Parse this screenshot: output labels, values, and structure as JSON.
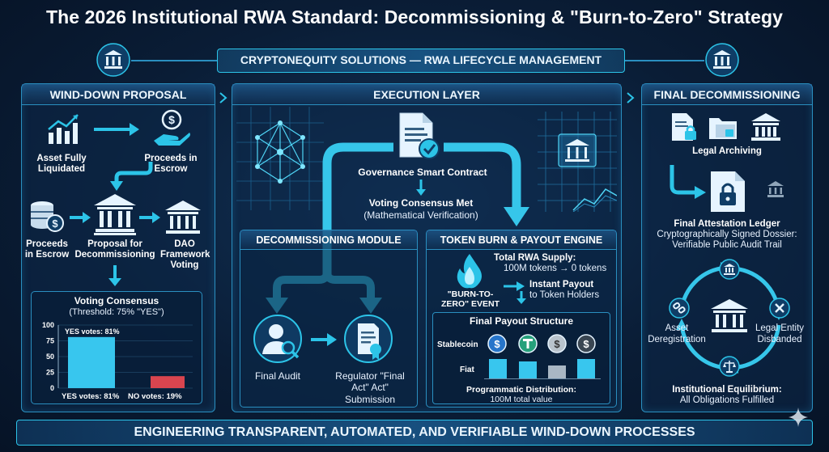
{
  "title": "The 2026 Institutional RWA Standard: Decommissioning & \"Burn-to-Zero\" Strategy",
  "subtitle": "CRYPTONEQUITY SOLUTIONS — RWA LIFECYCLE MANAGEMENT",
  "footer": "ENGINEERING TRANSPARENT, AUTOMATED, AND VERIFIABLE WIND-DOWN PROCESSES",
  "colors": {
    "accent": "#2cc4e8",
    "yes_bar": "#38c6ee",
    "no_bar": "#d9454f",
    "background": "#0a1d36"
  },
  "wind_down": {
    "header": "WIND-DOWN PROPOSAL",
    "asset_liquidated": "Asset Fully Liquidated",
    "proceeds_escrow_top": "Proceeds in Escrow",
    "proceeds_escrow_left": "Proceeds in Escrow",
    "proposal": "Proposal for Decommissioning",
    "dao_voting": "DAO Framework Voting",
    "voting_title": "Voting Consensus",
    "threshold": "(Threshold: 75% \"YES\")",
    "yes_bar_label": "YES votes: 81%",
    "yes_caption": "YES votes: 81%",
    "no_caption": "NO votes: 19%"
  },
  "execution": {
    "header": "EXECUTION LAYER",
    "contract": "Governance Smart Contract",
    "consensus": "Voting Consensus Met",
    "verification": "(Mathematical Verification)"
  },
  "module": {
    "header": "DECOMMISSIONING MODULE",
    "final_audit": "Final Audit",
    "regulator": "Regulator \"Final Act\" Act\" Submission"
  },
  "burn": {
    "header": "TOKEN BURN & PAYOUT ENGINE",
    "supply_title": "Total RWA Supply:",
    "supply_detail": "100M tokens → 0 tokens",
    "event": "\"BURN-TO-ZERO\" EVENT",
    "instant_payout": "Instant Payout",
    "to_holders": "to Token Holders",
    "payout_title": "Final Payout Structure",
    "row_stablecoin": "Stablecoin",
    "row_fiat": "Fiat",
    "distribution_title": "Programmatic Distribution:",
    "distribution_value": "100M total value"
  },
  "final": {
    "header": "FINAL DECOMMISSIONING",
    "legal_archiving": "Legal Archiving",
    "ledger_title": "Final Attestation Ledger",
    "ledger_line1": "Cryptographically Signed Dossier:",
    "ledger_line2": "Verifiable Public Audit Trail",
    "asset_dereg": "Asset Deregistration",
    "legal_entity": "Legal Entity Disbanded",
    "equilibrium_title": "Institutional Equilibrium:",
    "equilibrium_detail": "All Obligations Fulfilled"
  },
  "chart_data": {
    "type": "bar",
    "title": "Voting Consensus",
    "categories": [
      "YES votes: 81%",
      "NO votes: 19%"
    ],
    "values": [
      81,
      19
    ],
    "ylim": [
      0,
      100
    ],
    "yticks": [
      0,
      25,
      50,
      75,
      100
    ],
    "threshold": 75
  }
}
